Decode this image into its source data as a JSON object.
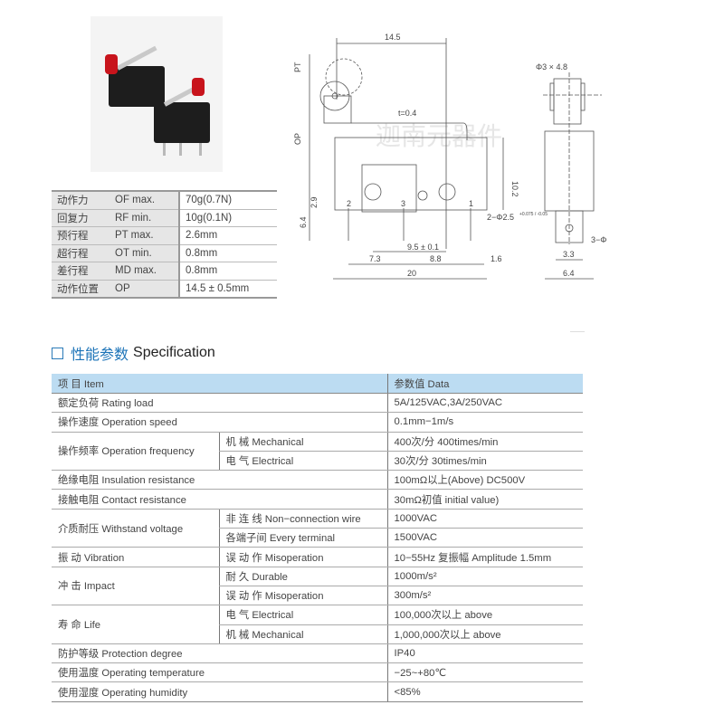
{
  "mini_table": [
    {
      "cn": "动作力",
      "param": "OF  max.",
      "value": "70g(0.7N)"
    },
    {
      "cn": "回复力",
      "param": "RF  min.",
      "value": "10g(0.1N)"
    },
    {
      "cn": "预行程",
      "param": "PT  max.",
      "value": "2.6mm"
    },
    {
      "cn": "超行程",
      "param": "OT  min.",
      "value": "0.8mm"
    },
    {
      "cn": "差行程",
      "param": "MD max.",
      "value": "0.8mm"
    },
    {
      "cn": "动作位置",
      "param": "OP",
      "value": "14.5 ± 0.5mm"
    }
  ],
  "drawing": {
    "dims": {
      "top_width": "14.5",
      "pt": "PT",
      "op": "OP",
      "thickness": "t=0.4",
      "height": "10.2",
      "d29": "2.9",
      "d64": "6.4",
      "hole": "2−Φ2.5",
      "hole_tol": "+0.075 / -0.05",
      "pitch": "9.5 ± 0.1",
      "d73": "7.3",
      "d88": "8.8",
      "d16": "1.6",
      "d20": "20",
      "pin2": "2",
      "pin3": "3",
      "pin1": "1",
      "roller": "Φ3 × 4.8",
      "side_hole": "3−Φ",
      "d33": "3.3",
      "side_width": "6.4"
    },
    "watermark": "迦南元器件"
  },
  "spec": {
    "title_cn": "性能参数",
    "title_en": "Specification",
    "header": {
      "item": "项    目  Item",
      "data": "参数值   Data"
    },
    "rows": [
      {
        "main": "额定负荷  Rating load",
        "value": "5A/125VAC,3A/250VAC"
      },
      {
        "main": "操作速度  Operation speed",
        "value": "0.1mm−1m/s"
      },
      {
        "main": "操作频率  Operation frequency",
        "subs": [
          {
            "label": "机    械  Mechanical",
            "value": "400次/分 400times/min"
          },
          {
            "label": "电    气  Electrical",
            "value": "30次/分 30times/min"
          }
        ]
      },
      {
        "main": "绝缘电阻  Insulation resistance",
        "value": "100mΩ以上(Above) DC500V"
      },
      {
        "main": "接触电阻  Contact resistance",
        "value": "30mΩ初值 initial value)"
      },
      {
        "main": "介质耐压  Withstand voltage",
        "subs": [
          {
            "label": "非 连 线  Non−connection wire",
            "value": "1000VAC"
          },
          {
            "label": "各端子间  Every terminal",
            "value": "1500VAC"
          }
        ]
      },
      {
        "main": "振    动  Vibration",
        "subs": [
          {
            "label": "误 动 作  Misoperation",
            "value": "10−55Hz  复振幅  Amplitude 1.5mm"
          }
        ]
      },
      {
        "main": "冲    击  Impact",
        "subs": [
          {
            "label": "耐        久  Durable",
            "value": "1000m/s²"
          },
          {
            "label": "误 动 作  Misoperation",
            "value": "300m/s²"
          }
        ]
      },
      {
        "main": "寿    命     Life",
        "subs": [
          {
            "label": "电        气  Electrical",
            "value": "100,000次以上 above"
          },
          {
            "label": "机        械  Mechanical",
            "value": "1,000,000次以上 above"
          }
        ]
      },
      {
        "main": "防护等级  Protection degree",
        "value": "IP40"
      },
      {
        "main": "使用温度  Operating temperature",
        "value": "−25~+80℃"
      },
      {
        "main": "使用湿度  Operating humidity",
        "value": "<85%"
      }
    ]
  },
  "colors": {
    "header_bg": "#bcdcf2",
    "accent": "#1d74b8",
    "roller": "#c8141c"
  }
}
